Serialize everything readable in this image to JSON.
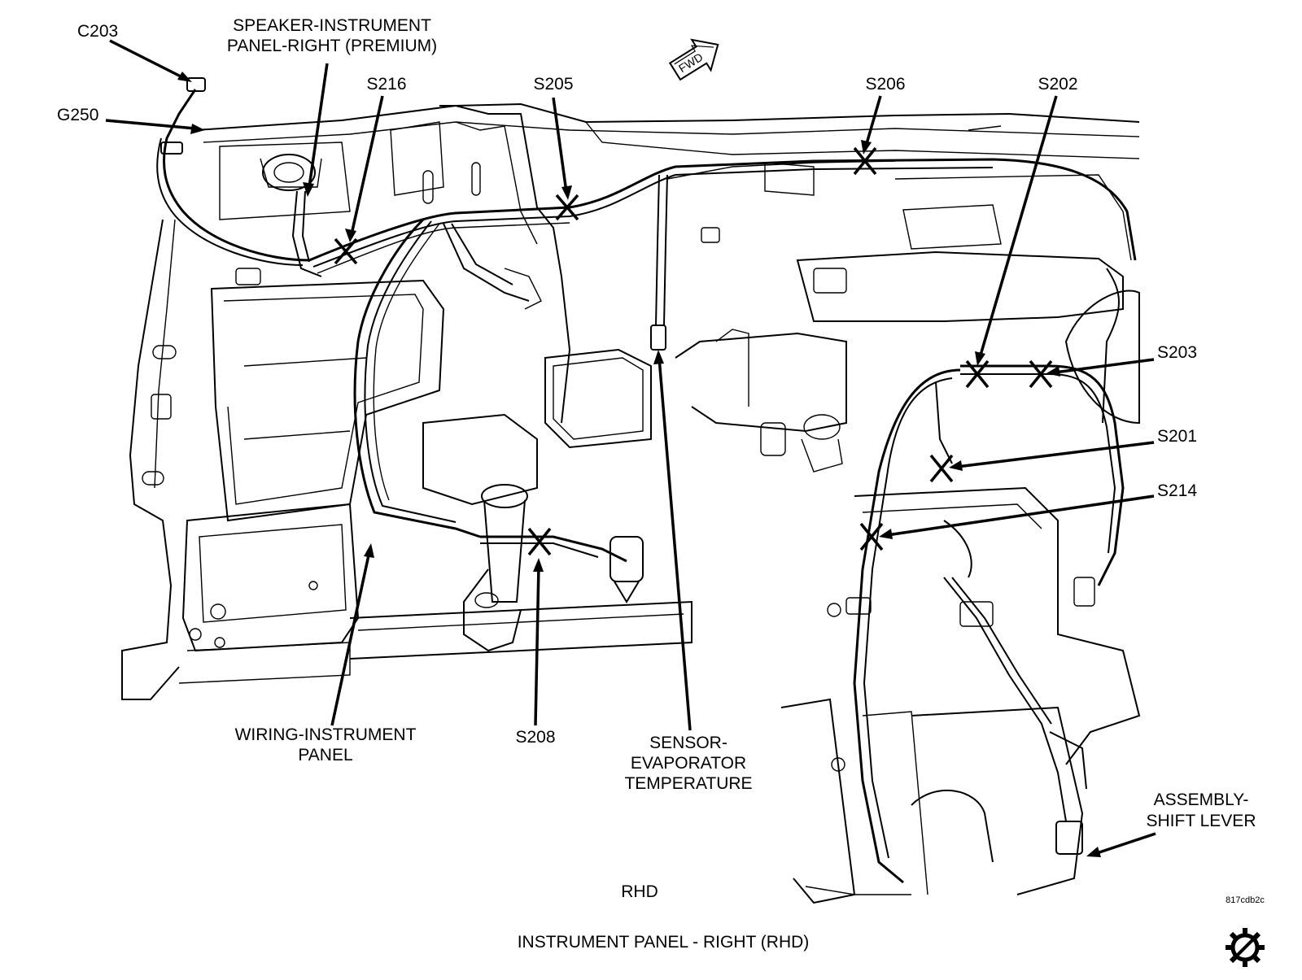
{
  "diagram": {
    "labels": {
      "c203": "C203",
      "g250": "G250",
      "speaker_line1": "SPEAKER-INSTRUMENT",
      "speaker_line2": "PANEL-RIGHT (PREMIUM)",
      "s216": "S216",
      "s205": "S205",
      "fwd": "FWD",
      "s206": "S206",
      "s202": "S202",
      "s203": "S203",
      "s201": "S201",
      "s214": "S214",
      "wiring_line1": "WIRING-INSTRUMENT",
      "wiring_line2": "PANEL",
      "s208": "S208",
      "sensor_line1": "SENSOR-",
      "sensor_line2": "EVAPORATOR",
      "sensor_line3": "TEMPERATURE",
      "shift_line1": "ASSEMBLY-",
      "shift_line2": "SHIFT LEVER",
      "rhd": "RHD",
      "code": "817cdb2c",
      "caption": "INSTRUMENT PANEL - RIGHT  (RHD)"
    },
    "icons": {
      "fwd_arrow": "fwd-arrow-icon",
      "gear": "gear-icon"
    }
  }
}
